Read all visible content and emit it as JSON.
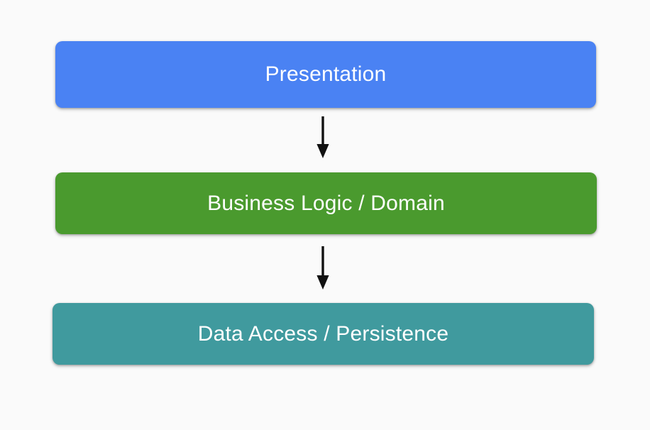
{
  "diagram": {
    "type": "layered-architecture",
    "background_color": "#fafafa",
    "layers": [
      {
        "id": "presentation",
        "label": "Presentation",
        "color": "#4a82f3",
        "text_color": "#ffffff",
        "order": 1
      },
      {
        "id": "business-logic",
        "label": "Business Logic / Domain",
        "color": "#4a9a2e",
        "text_color": "#ffffff",
        "order": 2
      },
      {
        "id": "data-access",
        "label": "Data Access / Persistence",
        "color": "#409a9e",
        "text_color": "#ffffff",
        "order": 3
      }
    ],
    "connectors": [
      {
        "id": "presentation-to-business",
        "from": "presentation",
        "to": "business-logic",
        "direction": "down",
        "color": "#111111"
      },
      {
        "id": "business-to-data",
        "from": "business-logic",
        "to": "data-access",
        "direction": "down",
        "color": "#111111"
      }
    ]
  }
}
